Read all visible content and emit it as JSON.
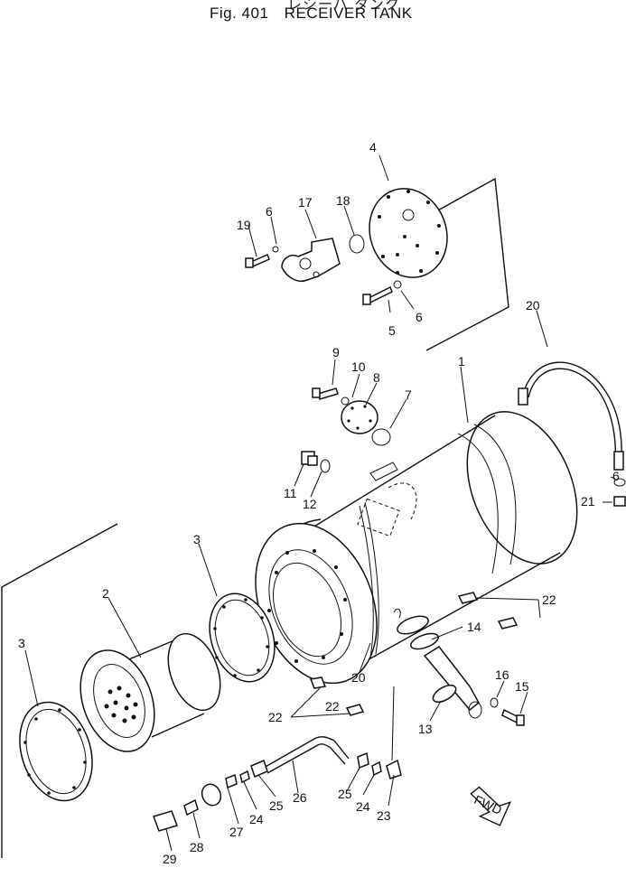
{
  "header": {
    "subtitle_jp": "レシーバ タンク",
    "figure_number": "Fig. 401",
    "title": "RECEIVER TANK"
  },
  "callouts": [
    "1",
    "2",
    "3",
    "3",
    "4",
    "5",
    "6",
    "6",
    "6",
    "7",
    "8",
    "9",
    "10",
    "11",
    "12",
    "13",
    "14",
    "15",
    "16",
    "17",
    "18",
    "19",
    "20",
    "20",
    "21",
    "22",
    "22",
    "22",
    "23",
    "24",
    "24",
    "25",
    "25",
    "26",
    "27",
    "28",
    "29"
  ],
  "direction_marker": "FWD"
}
